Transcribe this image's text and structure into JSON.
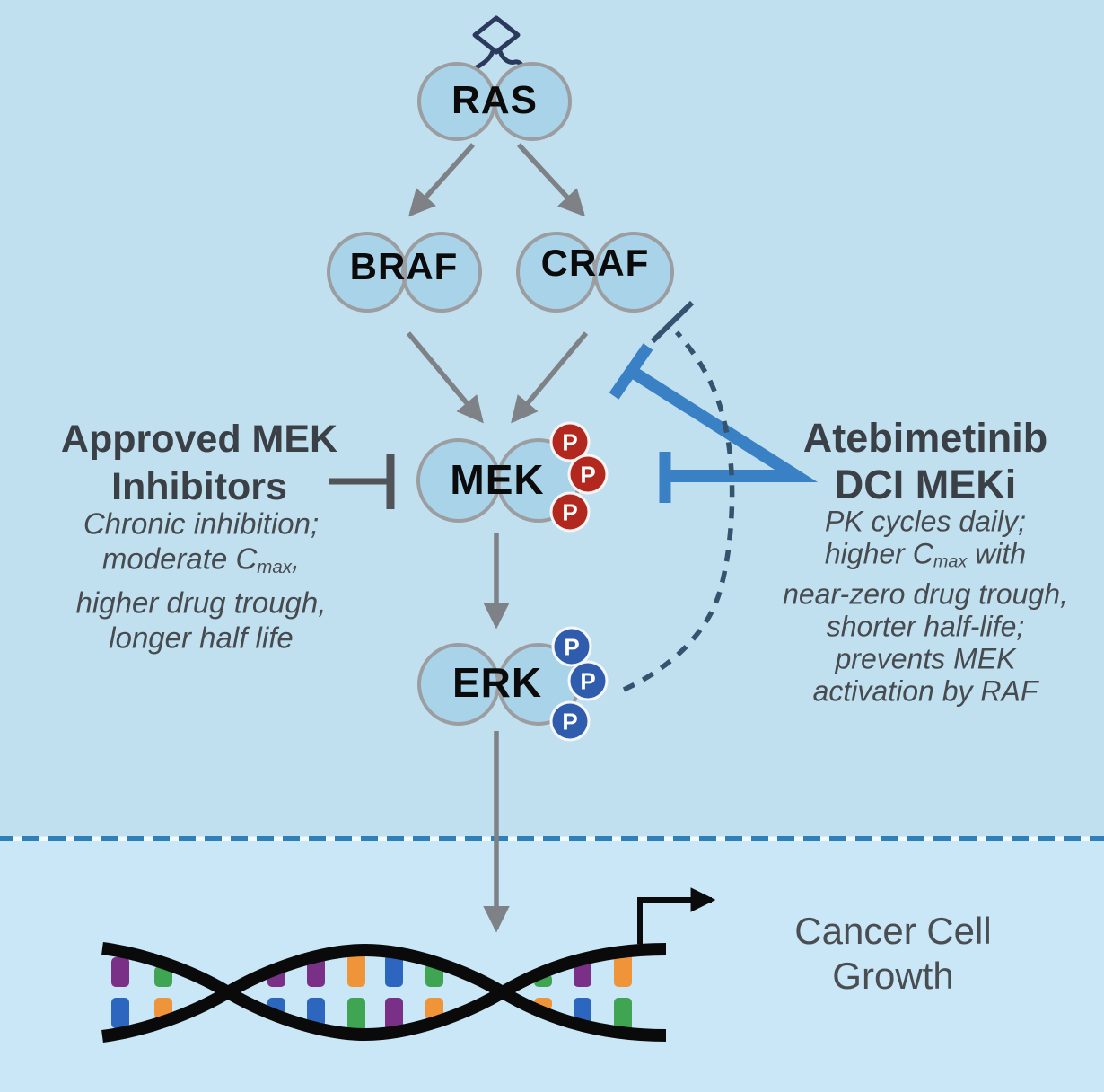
{
  "palette": {
    "bg_top": "#C1E0EF",
    "bg_bottom": "#C9E7F6",
    "node_fill": "#A8D3E9",
    "node_stroke": "#9B9DA0",
    "arrow_gray": "#7E8185",
    "ink": "#0B0B0C",
    "receptor_navy": "#2B3A5C",
    "inhibitor_gray": "#515459",
    "inhibitor_blue": "#3A80C4",
    "feedback_navy": "#34536F",
    "phospho_red": "#B3281E",
    "phospho_blue": "#2F5CAC",
    "separator_blue": "#2F7FB9",
    "separator_white": "#F2F9FD",
    "title_dark": "#3B4046",
    "note_gray": "#474B50",
    "dna_strand": "#0A0A0A",
    "dna_purple": "#7A3087",
    "dna_green": "#3FA553",
    "dna_blue": "#2D66BE",
    "dna_orange": "#F0943A"
  },
  "icons": {
    "receptor": "receptor-ligand-icon",
    "dna": "dna-double-helix",
    "inhibition": "t-bar-inhibition"
  },
  "nodes": {
    "ras": "RAS",
    "braf": "BRAF",
    "craf": "CRAF",
    "mek": "MEK",
    "erk": "ERK"
  },
  "phospho": {
    "label": "P",
    "mek_count": 3,
    "erk_count": 3
  },
  "left_annotation": {
    "title_line1": "Approved MEK",
    "title_line2": "Inhibitors",
    "note_line1": "Chronic inhibition;",
    "note_line2_pre": "moderate C",
    "note_line2_sub": "max",
    "note_line2_post": ",",
    "note_line3": "higher drug trough,",
    "note_line4": "longer half life"
  },
  "right_annotation": {
    "title_line1": "Atebimetinib",
    "title_line2": "DCI MEKi",
    "note_line1": "PK cycles daily;",
    "note_line2_pre": "higher C",
    "note_line2_sub": "max",
    "note_line2_post": " with",
    "note_line3": "near-zero drug trough,",
    "note_line4": "shorter half-life;",
    "note_line5": "prevents MEK",
    "note_line6": "activation by RAF"
  },
  "outcome": {
    "line1": "Cancer Cell",
    "line2": "Growth"
  }
}
